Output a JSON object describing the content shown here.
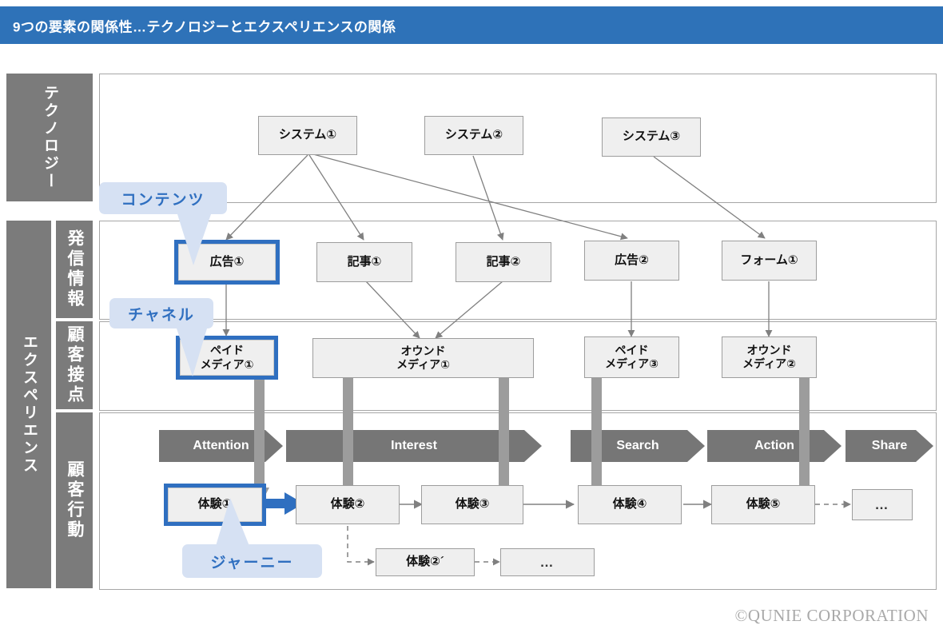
{
  "header": {
    "title": "9つの要素の関係性…テクノロジーとエクスペリエンスの関係"
  },
  "footer": {
    "copyright": "©QUNIE CORPORATION"
  },
  "colors": {
    "header_blue": "#2e72b8",
    "accent_blue": "#2f6fc0",
    "callout_bg": "#d6e1f3",
    "sidebar_gray": "#7b7b7b",
    "chevron_gray": "#767676",
    "node_fill": "#efefef",
    "node_border": "#9d9d9d",
    "connector_gray": "#808080",
    "thick_arrow_gray": "#9c9c9c"
  },
  "sidebar": {
    "groups": [
      {
        "id": "technology",
        "label": "テクノロジー"
      },
      {
        "id": "experience",
        "label": "エクスペリエンス"
      }
    ],
    "subgroups": [
      {
        "id": "content",
        "label": "発信情報"
      },
      {
        "id": "touchpoint",
        "label": "顧客接点"
      },
      {
        "id": "behavior",
        "label": "顧客行動"
      }
    ]
  },
  "callouts": [
    {
      "id": "contents",
      "label": "コンテンツ"
    },
    {
      "id": "channel",
      "label": "チャネル"
    },
    {
      "id": "journey",
      "label": "ジャーニー"
    }
  ],
  "rows": {
    "technology": {
      "nodes": [
        {
          "id": "system-1",
          "label": "システム①"
        },
        {
          "id": "system-2",
          "label": "システム②"
        },
        {
          "id": "system-3",
          "label": "システム③"
        }
      ]
    },
    "content": {
      "nodes": [
        {
          "id": "ad-1",
          "label": "広告①",
          "highlighted": true
        },
        {
          "id": "article-1",
          "label": "記事①",
          "highlighted": false
        },
        {
          "id": "article-2",
          "label": "記事②",
          "highlighted": false
        },
        {
          "id": "ad-2",
          "label": "広告②",
          "highlighted": false
        },
        {
          "id": "form-1",
          "label": "フォーム①",
          "highlighted": false
        }
      ]
    },
    "touchpoint": {
      "nodes": [
        {
          "id": "paid-media-1",
          "line1": "ペイド",
          "line2": "メディア①",
          "highlighted": true
        },
        {
          "id": "owned-media-1",
          "line1": "オウンド",
          "line2": "メディア①",
          "highlighted": false
        },
        {
          "id": "paid-media-3",
          "line1": "ペイド",
          "line2": "メディア③",
          "highlighted": false
        },
        {
          "id": "owned-media-2",
          "line1": "オウンド",
          "line2": "メディア②",
          "highlighted": false
        }
      ]
    },
    "funnel": {
      "stages": [
        {
          "id": "attention",
          "label": "Attention"
        },
        {
          "id": "interest",
          "label": "Interest"
        },
        {
          "id": "search",
          "label": "Search"
        },
        {
          "id": "action",
          "label": "Action"
        },
        {
          "id": "share",
          "label": "Share"
        }
      ]
    },
    "behavior": {
      "nodes": [
        {
          "id": "experience-1",
          "label": "体験①",
          "highlighted": true
        },
        {
          "id": "experience-2",
          "label": "体験②",
          "highlighted": false
        },
        {
          "id": "experience-3",
          "label": "体験③",
          "highlighted": false
        },
        {
          "id": "experience-4",
          "label": "体験④",
          "highlighted": false
        },
        {
          "id": "experience-5",
          "label": "体験⑤",
          "highlighted": false
        },
        {
          "id": "experience-more",
          "label": "…",
          "highlighted": false
        }
      ],
      "branch": [
        {
          "id": "experience-2-prime",
          "label": "体験②´"
        },
        {
          "id": "branch-more",
          "label": "…"
        }
      ]
    }
  }
}
